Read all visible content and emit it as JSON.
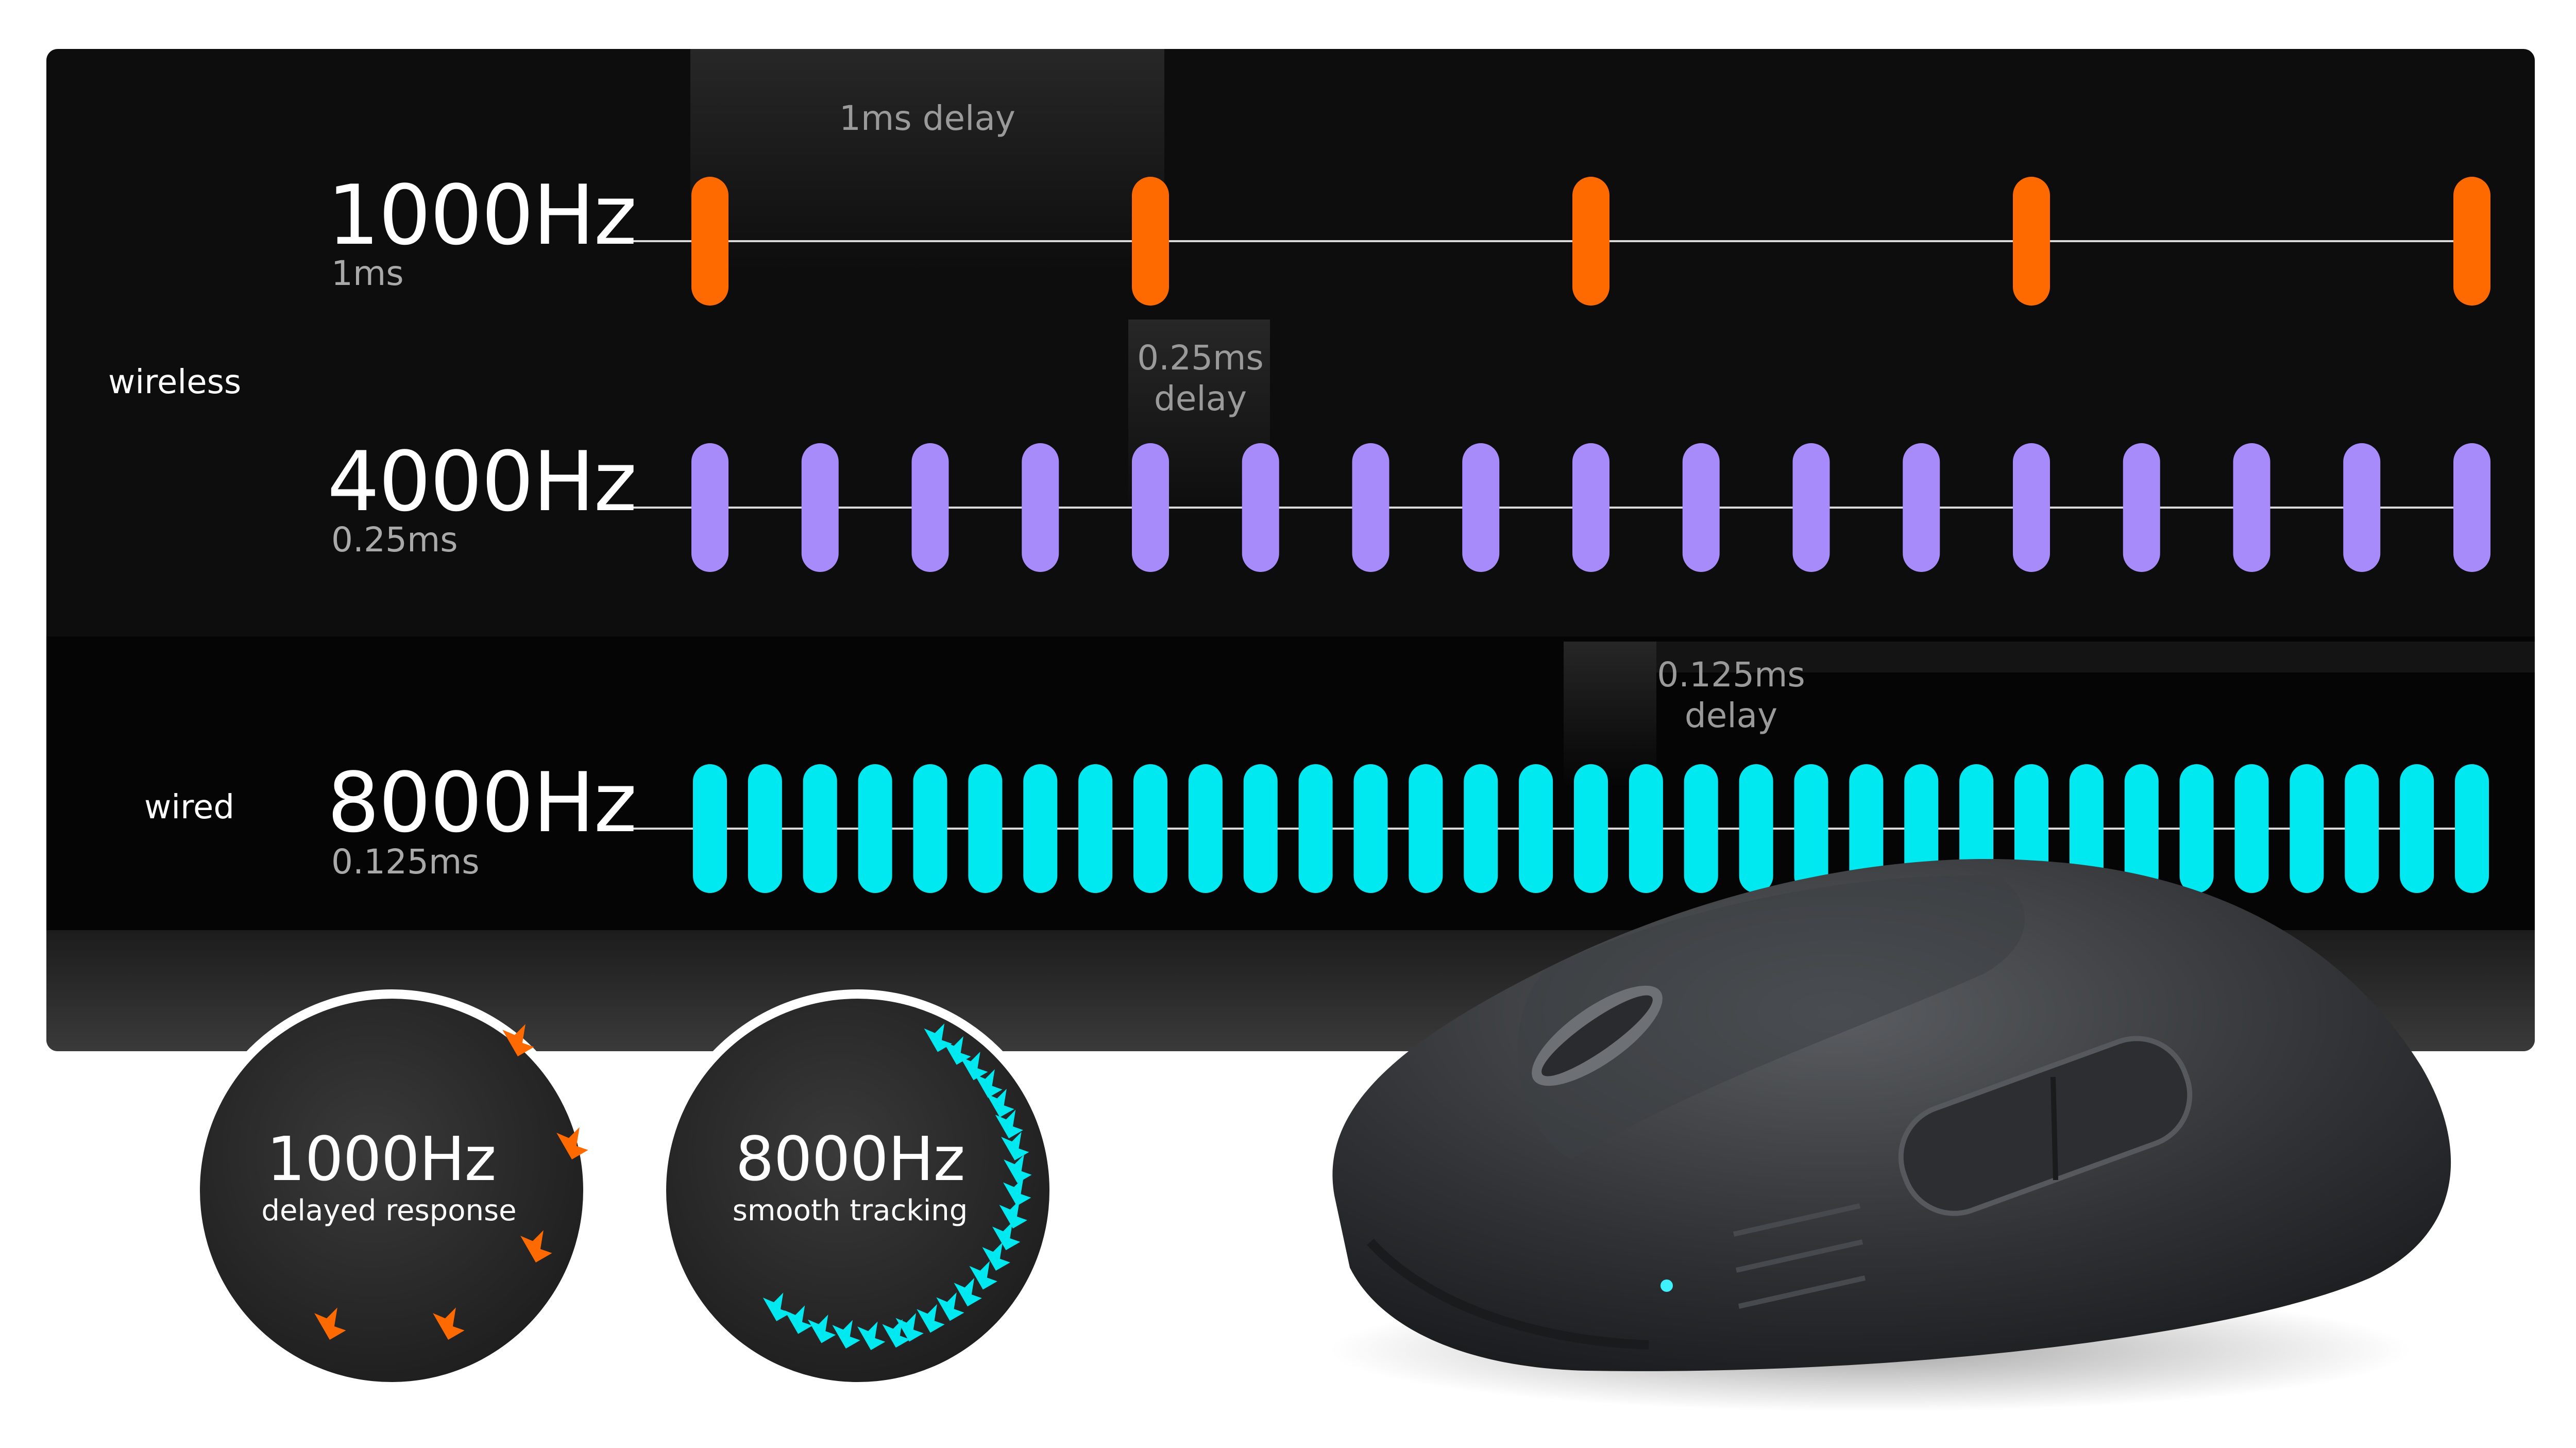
{
  "group_labels": {
    "wireless": "wireless",
    "wired": "wired"
  },
  "colors": {
    "panel": "#0d0d0d",
    "orange": "#ff6a00",
    "purple": "#a78bfa",
    "cyan": "#00e8f0",
    "text": "#ffffff",
    "muted": "#9a9a9a"
  },
  "rows": [
    {
      "id": "r1000",
      "frequency": "1000Hz",
      "interval": "1ms",
      "delay_label": "1ms delay",
      "color": "#ff6a00",
      "pulse_count": 5
    },
    {
      "id": "r4000",
      "frequency": "4000Hz",
      "interval": "0.25ms",
      "delay_label": "0.25ms\ndelay",
      "color": "#a78bfa",
      "pulse_count": 17
    },
    {
      "id": "r8000",
      "frequency": "8000Hz",
      "interval": "0.125ms",
      "delay_label": "0.125ms\ndelay",
      "color": "#00e8f0",
      "pulse_count": 33
    }
  ],
  "circles": [
    {
      "title": "1000Hz",
      "subtitle": "delayed response",
      "arrow_color": "#ff6a00"
    },
    {
      "title": "8000Hz",
      "subtitle": "smooth tracking",
      "arrow_color": "#00e8f0"
    }
  ],
  "product": {
    "image": "gaming-mouse"
  }
}
